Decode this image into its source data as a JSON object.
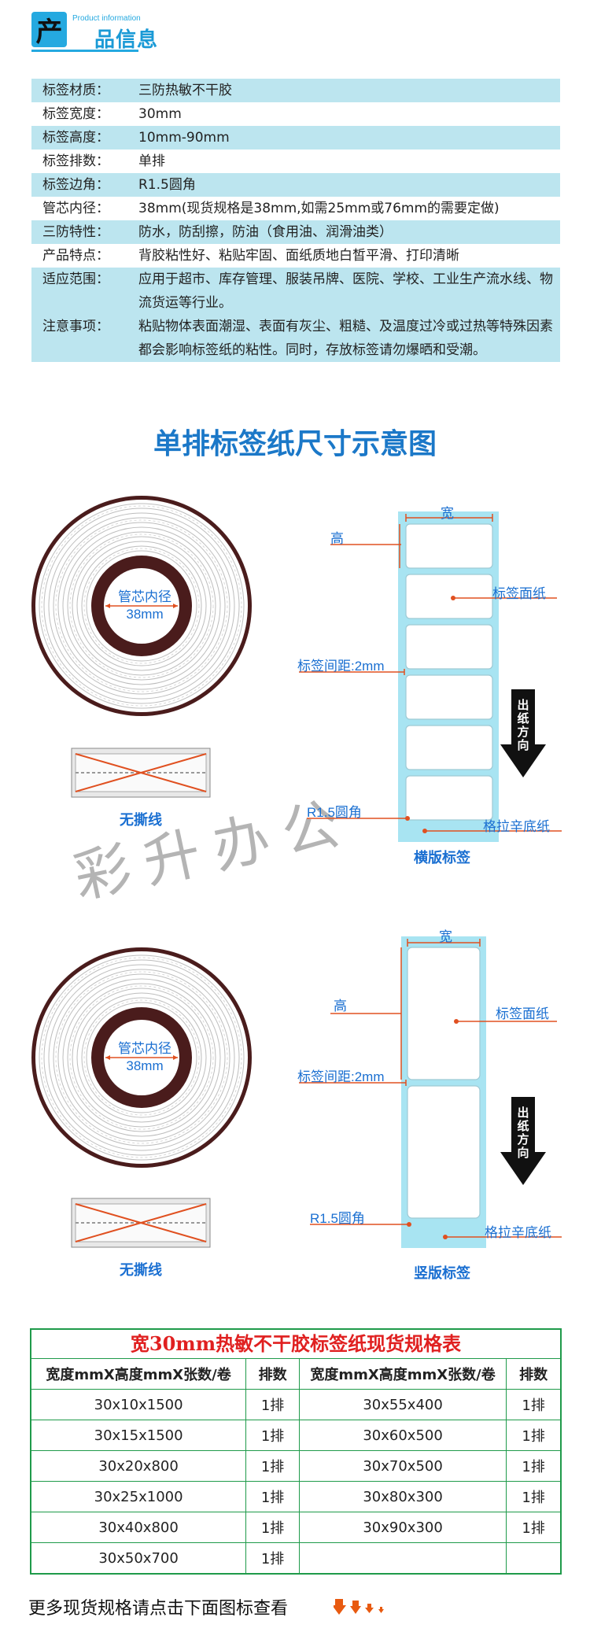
{
  "header": {
    "logo_char": "产",
    "subtitle": "Product information",
    "title": "品信息"
  },
  "specs": [
    {
      "label": "标签材质：",
      "value": "三防热敏不干胶"
    },
    {
      "label": "标签宽度：",
      "value": "30mm"
    },
    {
      "label": "标签高度：",
      "value": "10mm-90mm"
    },
    {
      "label": "标签排数：",
      "value": "单排"
    },
    {
      "label": "标签边角：",
      "value": "R1.5圆角"
    },
    {
      "label": "管芯内径：",
      "value": "38mm(现货规格是38mm,如需25mm或76mm的需要定做)"
    },
    {
      "label": "三防特性：",
      "value": "防水，防刮擦，防油（食用油、润滑油类）"
    },
    {
      "label": "产品特点：",
      "value": "背胶粘性好、粘贴牢固、面纸质地白皙平滑、打印清晰"
    },
    {
      "label": "适应范围：",
      "value": "应用于超市、库存管理、服装吊牌、医院、学校、工业生产流水线、物流货运等行业。"
    },
    {
      "label": "注意事项：",
      "value": "粘贴物体表面潮湿、表面有灰尘、粗糙、及温度过冷或过热等特殊因素都会影响标签纸的粘性。同时，存放标签请勿爆晒和受潮。"
    }
  ],
  "diagram": {
    "title": "单排标签纸尺寸示意图",
    "core_label": "管芯内径",
    "core_size": "38mm",
    "no_tear_line": "无撕线",
    "width_label": "宽",
    "height_label": "高",
    "face_paper": "标签面纸",
    "gap_label": "标签间距:2mm",
    "corner_label": "R1.5圆角",
    "liner_label": "格拉辛底纸",
    "feed_dir": [
      "出",
      "纸",
      "方",
      "向"
    ],
    "horizontal_caption": "横版标签",
    "vertical_caption": "竖版标签",
    "watermark": "彩升办公"
  },
  "table": {
    "title": "宽30mm热敏不干胶标签纸现货规格表",
    "headers": [
      "宽度mmX高度mmX张数/卷",
      "排数",
      "宽度mmX高度mmX张数/卷",
      "排数"
    ],
    "rows": [
      [
        "30x10x1500",
        "1排",
        "30x55x400",
        "1排"
      ],
      [
        "30x15x1500",
        "1排",
        "30x60x500",
        "1排"
      ],
      [
        "30x20x800",
        "1排",
        "30x70x500",
        "1排"
      ],
      [
        "30x25x1000",
        "1排",
        "30x80x300",
        "1排"
      ],
      [
        "30x40x800",
        "1排",
        "30x90x300",
        "1排"
      ],
      [
        "30x50x700",
        "1排",
        "",
        ""
      ]
    ]
  },
  "footer": {
    "text": "更多现货规格请点击下面图标查看"
  },
  "colors": {
    "accent_blue": "#1a6fd1",
    "label_line": "#e05020",
    "liner_blue": "#a8e4f2",
    "table_border": "#1f9a4a",
    "table_title": "#e02020",
    "row_shade": "#bce5ef"
  }
}
